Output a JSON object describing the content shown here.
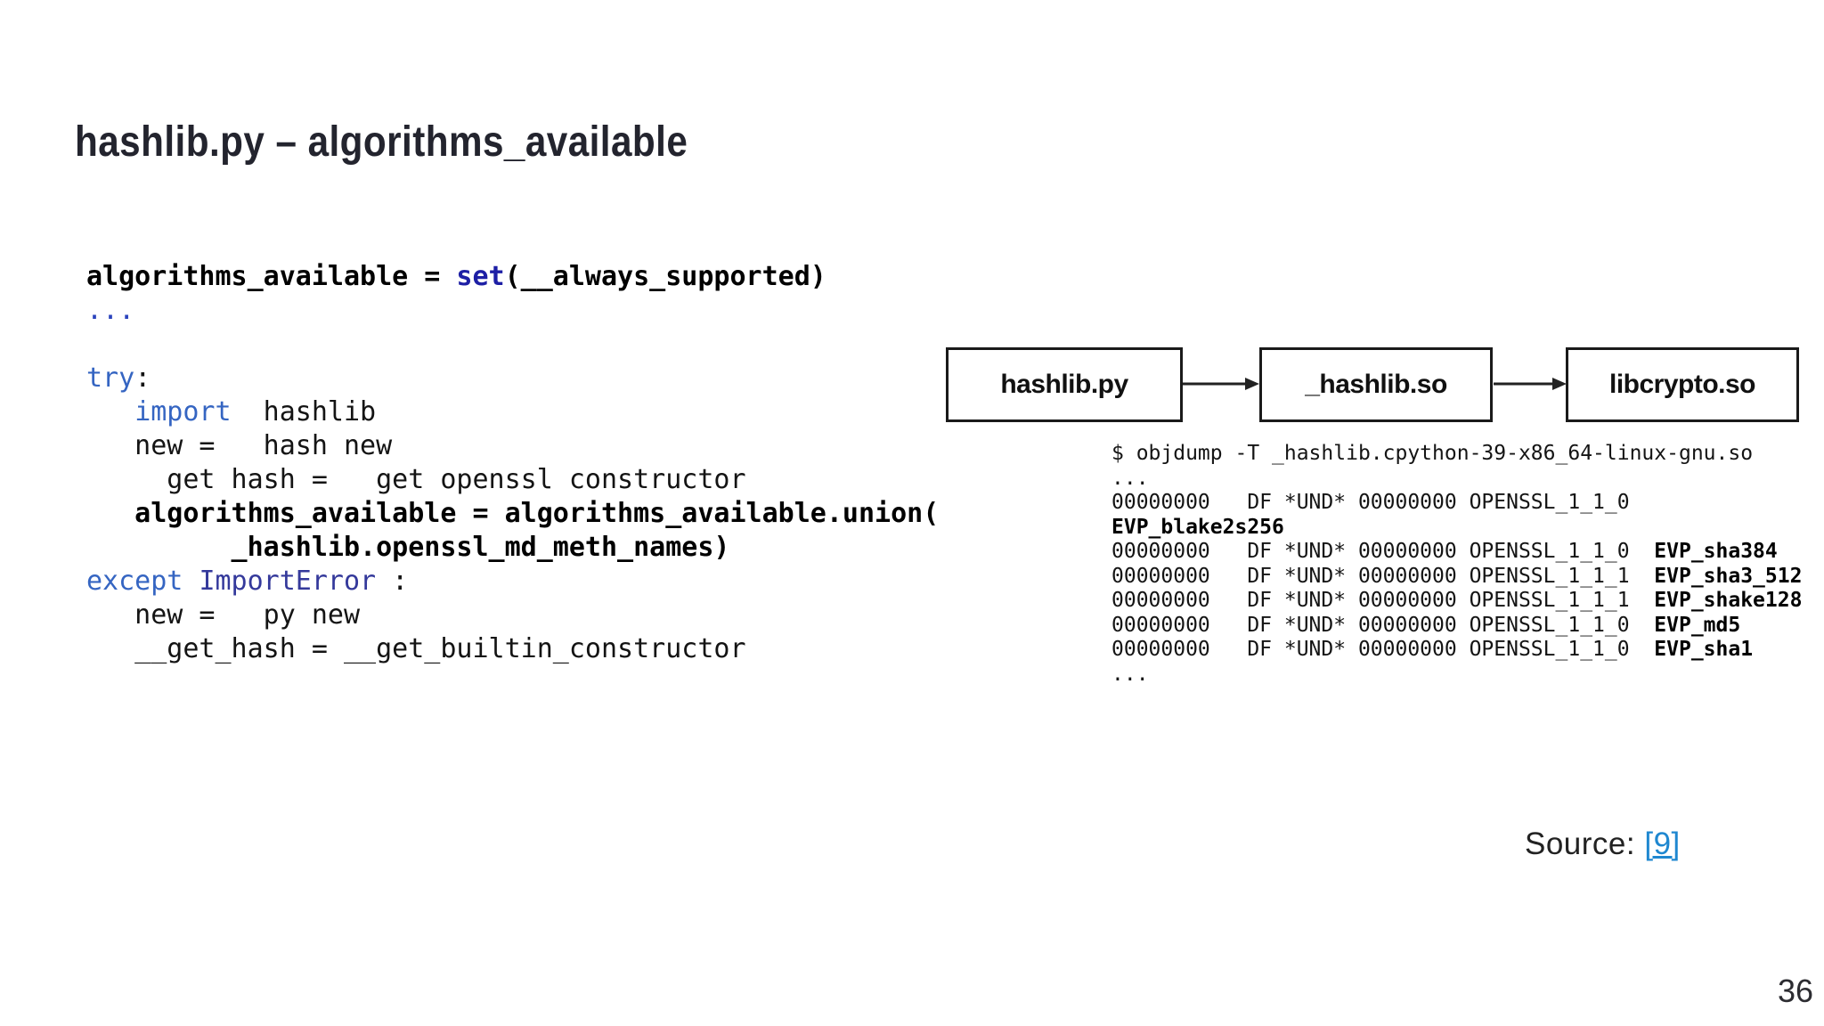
{
  "slide": {
    "title": "hashlib.py – algorithms_available",
    "page_number": "36",
    "source_label": "Source: ",
    "source_link": "[9]",
    "colors": {
      "title_text": "#23242e",
      "keyword_blue": "#3565c2",
      "builtin_navy": "#1d1fa5",
      "exception_indigo": "#34399b",
      "link_blue": "#1e87d0",
      "box_border": "#1a1a1a"
    }
  },
  "code": {
    "lines": [
      [
        {
          "t": "algorithms_available = ",
          "s": "bold"
        },
        {
          "t": "set",
          "s": "kwb"
        },
        {
          "t": "(__always_supported)",
          "s": "bold"
        }
      ],
      [
        {
          "t": "...",
          "s": "ell"
        }
      ],
      [],
      [
        {
          "t": "try",
          "s": "kw"
        },
        {
          "t": ":",
          "s": "plain"
        }
      ],
      [
        {
          "t": "   ",
          "s": "plain"
        },
        {
          "t": "import",
          "s": "kw"
        },
        {
          "t": "  hashlib",
          "s": "plain"
        }
      ],
      [
        {
          "t": "   new =   hash new",
          "s": "plain"
        }
      ],
      [
        {
          "t": "     get hash =   get openssl constructor",
          "s": "plain"
        }
      ],
      [
        {
          "t": "   algorithms_available = algorithms_available.union(",
          "s": "bold"
        }
      ],
      [
        {
          "t": "         _hashlib.openssl_md_meth_names)",
          "s": "bold"
        }
      ],
      [
        {
          "t": "except",
          "s": "kw"
        },
        {
          "t": " ",
          "s": "plain"
        },
        {
          "t": "ImportError",
          "s": "type"
        },
        {
          "t": " :",
          "s": "plain"
        }
      ],
      [
        {
          "t": "   new =   py new",
          "s": "plain"
        }
      ],
      [
        {
          "t": "   __get_hash = __get_builtin_constructor",
          "s": "plain"
        }
      ]
    ]
  },
  "diagram": {
    "boxes": [
      "hashlib.py",
      "_hashlib.so",
      "libcrypto.so"
    ]
  },
  "objdump": {
    "lines": [
      [
        {
          "t": "$ objdump -T _hashlib.cpython-39-x86_64-linux-gnu.so",
          "s": "plain"
        }
      ],
      [
        {
          "t": "...",
          "s": "plain"
        }
      ],
      [
        {
          "t": "00000000   DF *UND* 00000000 OPENSSL_1_1_0",
          "s": "plain"
        }
      ],
      [
        {
          "t": "EVP_blake2s256",
          "s": "sym"
        }
      ],
      [
        {
          "t": "00000000   DF *UND* 00000000 OPENSSL_1_1_0  ",
          "s": "plain"
        },
        {
          "t": "EVP_sha384",
          "s": "sym"
        }
      ],
      [
        {
          "t": "00000000   DF *UND* 00000000 OPENSSL_1_1_1  ",
          "s": "plain"
        },
        {
          "t": "EVP_sha3_512",
          "s": "sym"
        }
      ],
      [
        {
          "t": "00000000   DF *UND* 00000000 OPENSSL_1_1_1  ",
          "s": "plain"
        },
        {
          "t": "EVP_shake128",
          "s": "sym"
        }
      ],
      [
        {
          "t": "00000000   DF *UND* 00000000 OPENSSL_1_1_0  ",
          "s": "plain"
        },
        {
          "t": "EVP_md5",
          "s": "sym"
        }
      ],
      [
        {
          "t": "00000000   DF *UND* 00000000 OPENSSL_1_1_0  ",
          "s": "plain"
        },
        {
          "t": "EVP_sha1",
          "s": "sym"
        }
      ],
      [
        {
          "t": "...",
          "s": "plain"
        }
      ]
    ]
  }
}
